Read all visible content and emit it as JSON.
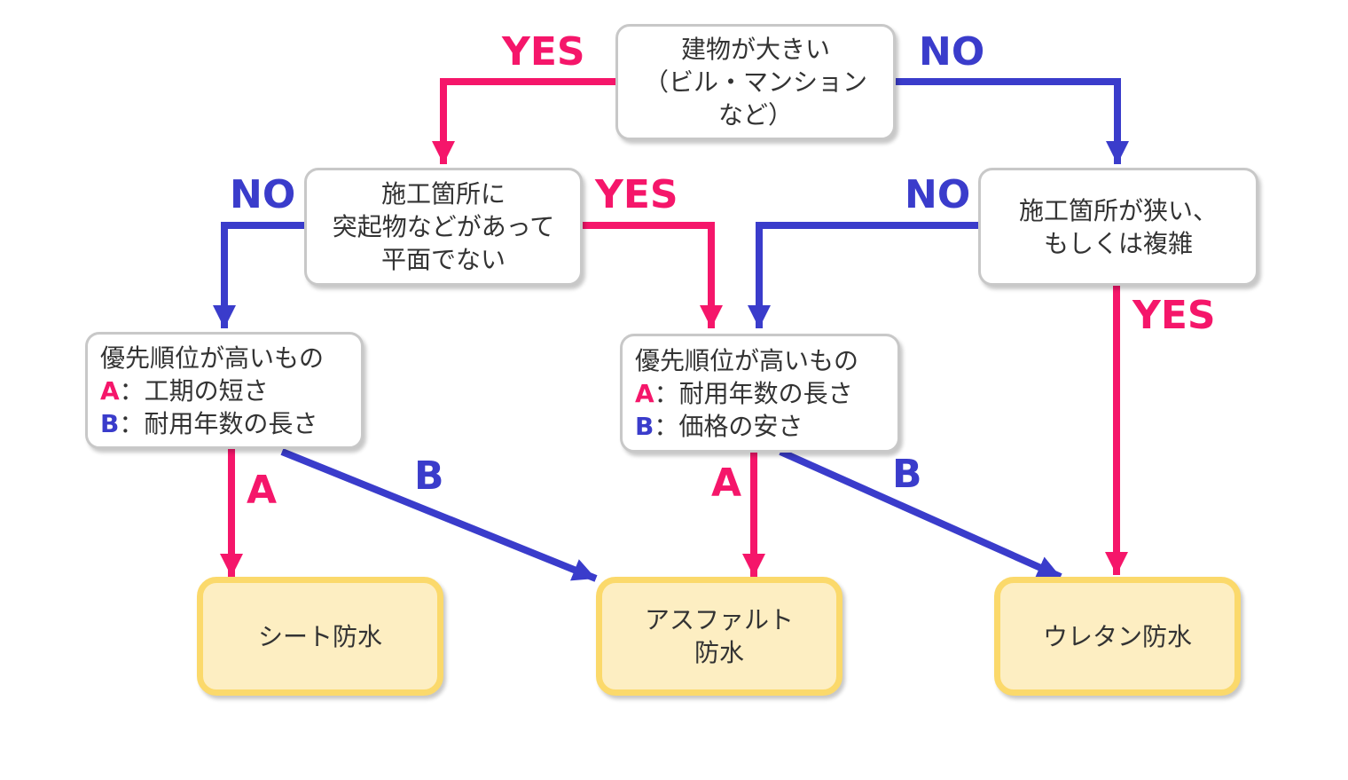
{
  "colors": {
    "yes": "#f5166a",
    "no": "#3a3ccb",
    "result_fill": "#fdeec2",
    "result_border": "#fbd96b"
  },
  "nodes": {
    "building_large": {
      "lines": [
        "建物が大きい",
        "（ビル・マンション",
        "など）"
      ]
    },
    "uneven_site": {
      "lines": [
        "施工箇所に",
        "突起物などがあって",
        "平面でない"
      ]
    },
    "narrow_site": {
      "lines": [
        "施工箇所が狭い、",
        "もしくは複雑"
      ]
    },
    "priority_left": {
      "heading": "優先順位が高いもの",
      "a_key": "A",
      "a_text": "：工期の短さ",
      "b_key": "B",
      "b_text": "：耐用年数の長さ"
    },
    "priority_center": {
      "heading": "優先順位が高いもの",
      "a_key": "A",
      "a_text": "：耐用年数の長さ",
      "b_key": "B",
      "b_text": "：価格の安さ"
    }
  },
  "results": {
    "sheet": {
      "lines": [
        "シート防水"
      ]
    },
    "asphalt": {
      "lines": [
        "アスファルト",
        "防水"
      ]
    },
    "urethane": {
      "lines": [
        "ウレタン防水"
      ]
    }
  },
  "edge_labels": {
    "top_yes": "YES",
    "top_no": "NO",
    "uneven_no": "NO",
    "uneven_yes": "YES",
    "narrow_no": "NO",
    "narrow_yes": "YES",
    "left_a": "A",
    "left_b": "B",
    "center_a": "A",
    "center_b": "B"
  }
}
